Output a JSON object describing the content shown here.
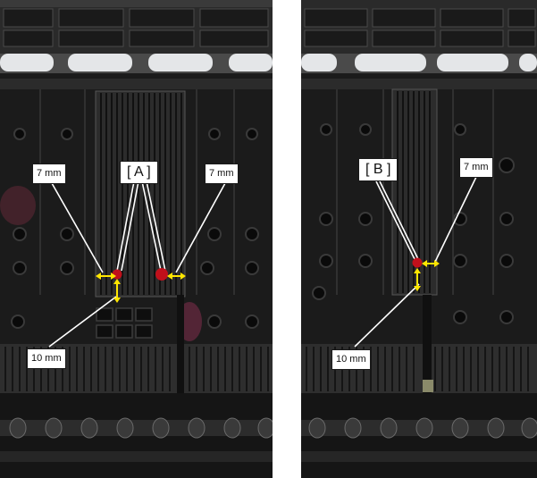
{
  "colors": {
    "background": "#ffffff",
    "plate": "#1b1b1b",
    "roller": "#e4e6e8",
    "marker": "#c0101b",
    "arrow": "#ffe600",
    "leader_line": "#ffffff"
  },
  "photos": [
    {
      "id": "left",
      "labels": {
        "group": "[ A ]",
        "dist_left": "7 mm",
        "dist_right": "7 mm",
        "dist_bottom": "10 mm"
      }
    },
    {
      "id": "right",
      "labels": {
        "group": "[ B ]",
        "dist_right": "7 mm",
        "dist_bottom": "10 mm"
      }
    }
  ]
}
